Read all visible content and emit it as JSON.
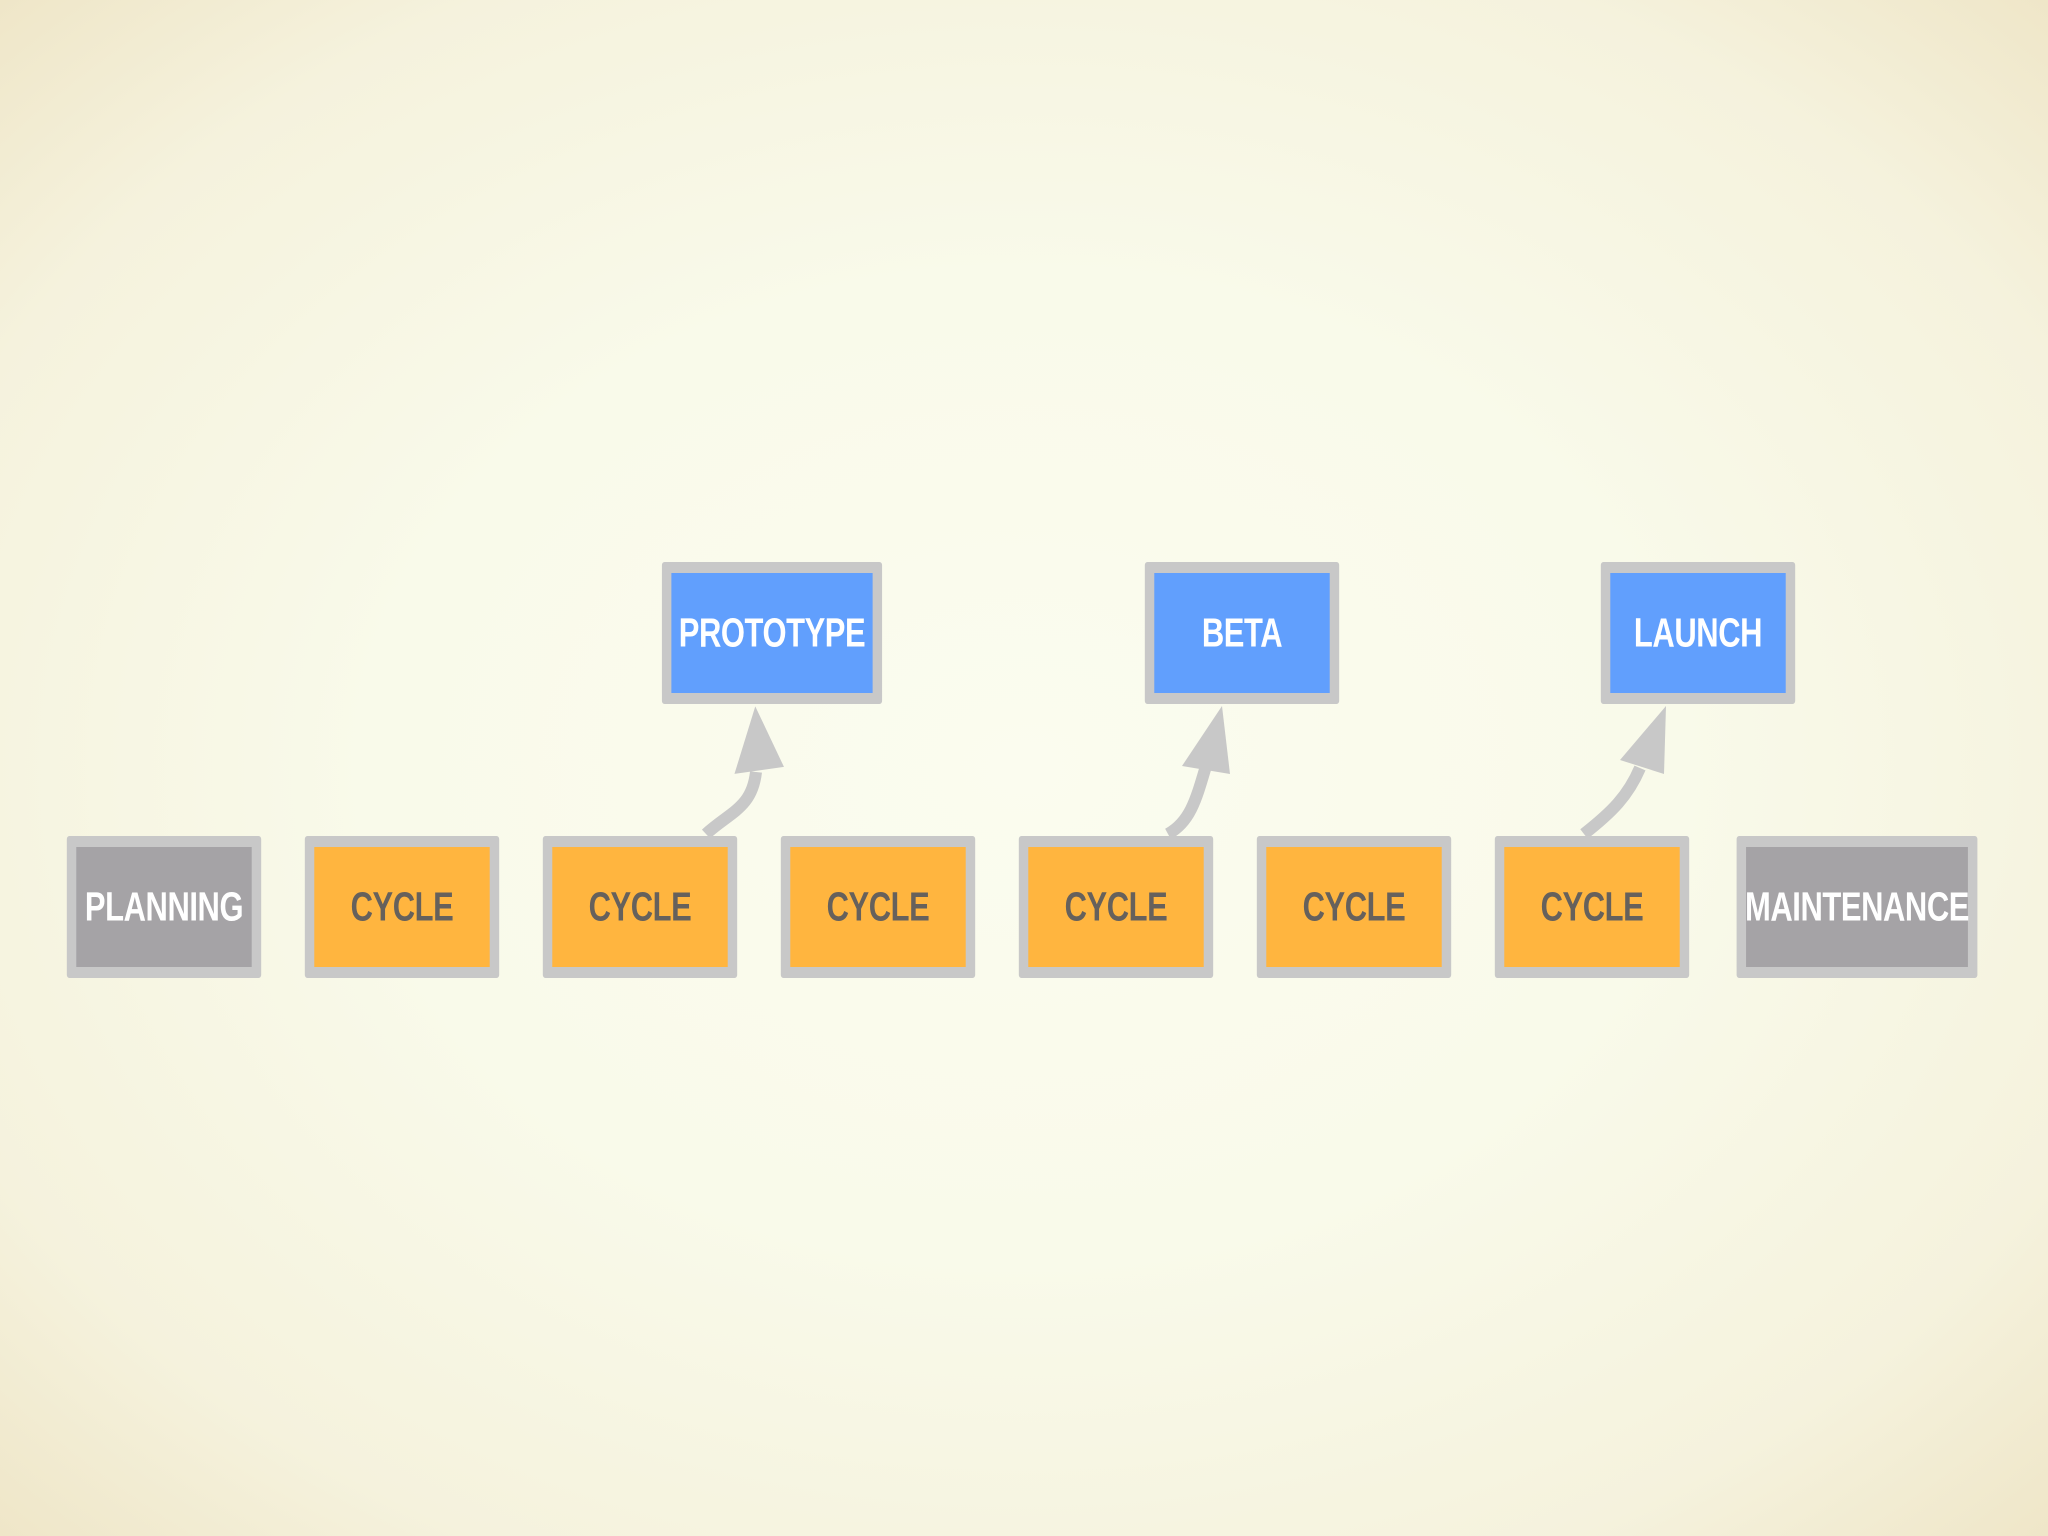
{
  "diagram": {
    "phases": [
      {
        "label": "PLANNING",
        "kind": "gray"
      },
      {
        "label": "CYCLE",
        "kind": "orange"
      },
      {
        "label": "CYCLE",
        "kind": "orange"
      },
      {
        "label": "CYCLE",
        "kind": "orange"
      },
      {
        "label": "CYCLE",
        "kind": "orange"
      },
      {
        "label": "CYCLE",
        "kind": "orange"
      },
      {
        "label": "CYCLE",
        "kind": "orange"
      },
      {
        "label": "MAINTENANCE",
        "kind": "gray"
      }
    ],
    "milestones": [
      {
        "label": "PROTOTYPE",
        "from_phase": 2
      },
      {
        "label": "BETA",
        "from_phase": 4
      },
      {
        "label": "LAUNCH",
        "from_phase": 6
      }
    ],
    "colors": {
      "gray_box": "#a5a3a6",
      "orange_box": "#ffb53f",
      "blue_box": "#619ffd",
      "border": "#c8c8c8",
      "arrow": "#c8c8c8"
    }
  }
}
